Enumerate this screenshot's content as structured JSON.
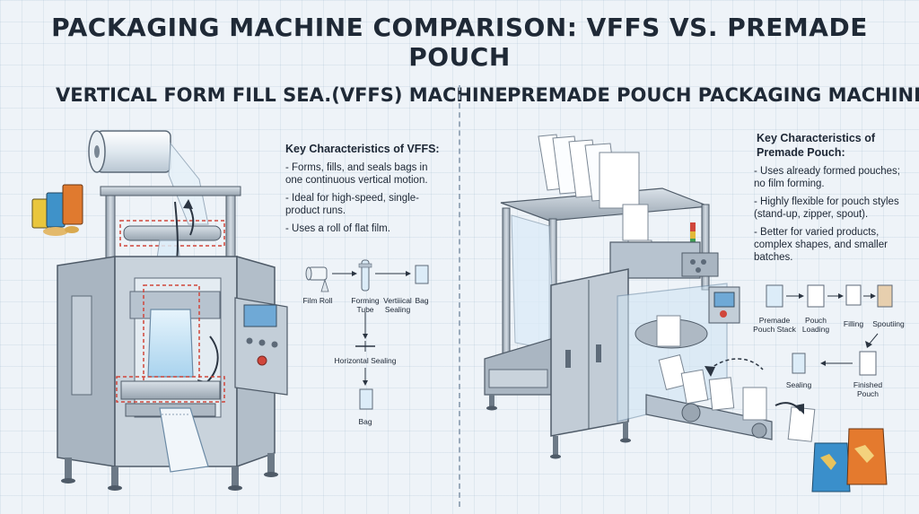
{
  "title": "PACKAGING MACHINE COMPARISON: VFFS VS. PREMADE POUCH",
  "vffs": {
    "heading": "VERTICAL FORM FILL SEA.(VFFS) MACHINE",
    "key_title": "Key Characteristics of VFFS:",
    "bullets": [
      "- Forms, fills, and seals bags in one continuous vertical motion.",
      "- Ideal for high-speed, single-product runs.",
      "- Uses a roll of flat film."
    ],
    "flow": {
      "film_roll": "Film Roll",
      "forming_tube": "Forming Tube",
      "vertical_sealing": "Vertiiical Sealing",
      "bag_top": "Bag",
      "horizontal_sealing": "Horizontal Sealing",
      "bag_bottom": "Bag"
    }
  },
  "pouch": {
    "heading": "PREMADE POUCH PACKAGING MACHINE",
    "key_title": "Key Characteristics of Premade Pouch:",
    "bullets": [
      "- Uses already formed pouches; no film forming.",
      "- Highly flexible for pouch styles (stand-up, zipper, spout).",
      "- Better for varied products, complex shapes, and smaller batches."
    ],
    "flow": {
      "premade_stack": "Premade Pouch Stack",
      "pouch_loading": "Pouch Loading",
      "filling": "Filling",
      "spouting": "Spoutiing",
      "sealing": "Sealing",
      "finished_pouch": "Finished Pouch"
    }
  },
  "colors": {
    "background": "#eef3f8",
    "steel": "#b9c4cf",
    "seal_dash": "#d0463b",
    "film": "#dcecf8"
  }
}
